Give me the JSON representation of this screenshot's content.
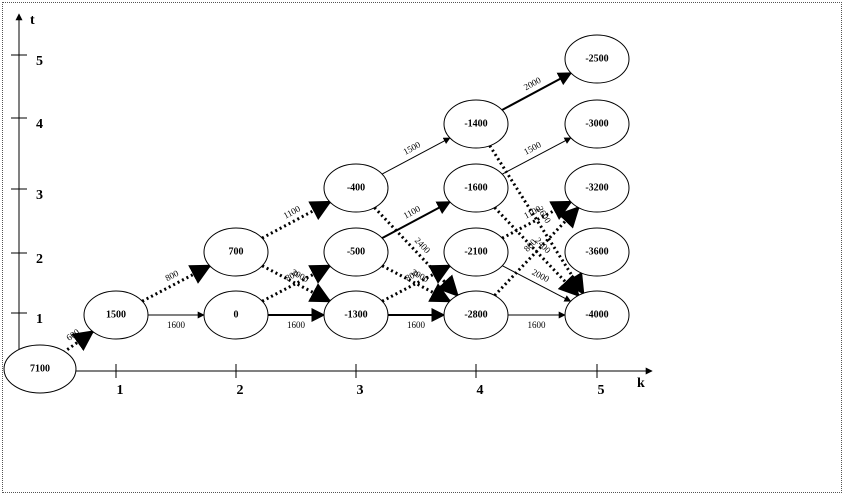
{
  "axes": {
    "x_label": "k",
    "y_label": "t",
    "x_ticks": [
      "1",
      "2",
      "3",
      "4",
      "5"
    ],
    "y_ticks": [
      "1",
      "2",
      "3",
      "4",
      "5"
    ]
  },
  "nodes": [
    {
      "id": "n00",
      "k": 0,
      "t": 0,
      "label": "7100"
    },
    {
      "id": "n11",
      "k": 1,
      "t": 1,
      "label": "1500"
    },
    {
      "id": "n21",
      "k": 2,
      "t": 1,
      "label": "0"
    },
    {
      "id": "n22",
      "k": 2,
      "t": 2,
      "label": "700"
    },
    {
      "id": "n31",
      "k": 3,
      "t": 1,
      "label": "-1300"
    },
    {
      "id": "n32",
      "k": 3,
      "t": 2,
      "label": "-500"
    },
    {
      "id": "n33",
      "k": 3,
      "t": 3,
      "label": "-400"
    },
    {
      "id": "n41",
      "k": 4,
      "t": 1,
      "label": "-2800"
    },
    {
      "id": "n42",
      "k": 4,
      "t": 2,
      "label": "-2100"
    },
    {
      "id": "n43",
      "k": 4,
      "t": 3,
      "label": "-1600"
    },
    {
      "id": "n44",
      "k": 4,
      "t": 4,
      "label": "-1400"
    },
    {
      "id": "n51",
      "k": 5,
      "t": 1,
      "label": "-4000"
    },
    {
      "id": "n52",
      "k": 5,
      "t": 2,
      "label": "-3600"
    },
    {
      "id": "n53",
      "k": 5,
      "t": 3,
      "label": "-3200"
    },
    {
      "id": "n54",
      "k": 5,
      "t": 4,
      "label": "-3000"
    },
    {
      "id": "n55",
      "k": 5,
      "t": 5,
      "label": "-2500"
    }
  ],
  "edges": [
    {
      "from": "n00",
      "to": "n11",
      "label": "600",
      "style": "dotted"
    },
    {
      "from": "n11",
      "to": "n21",
      "label": "1600",
      "style": "solid"
    },
    {
      "from": "n11",
      "to": "n22",
      "label": "800",
      "style": "dotted"
    },
    {
      "from": "n21",
      "to": "n31",
      "label": "1600",
      "style": "solid-bold"
    },
    {
      "from": "n21",
      "to": "n32",
      "label": "800",
      "style": "dotted"
    },
    {
      "from": "n22",
      "to": "n31",
      "label": "2000",
      "style": "dotted"
    },
    {
      "from": "n22",
      "to": "n33",
      "label": "1100",
      "style": "dotted"
    },
    {
      "from": "n31",
      "to": "n41",
      "label": "1600",
      "style": "solid-bold"
    },
    {
      "from": "n31",
      "to": "n42",
      "label": "800",
      "style": "dotted"
    },
    {
      "from": "n32",
      "to": "n41",
      "label": "2000",
      "style": "dotted"
    },
    {
      "from": "n32",
      "to": "n43",
      "label": "1100",
      "style": "solid-bold"
    },
    {
      "from": "n33",
      "to": "n41",
      "label": "2400",
      "style": "dotted"
    },
    {
      "from": "n33",
      "to": "n44",
      "label": "1500",
      "style": "solid"
    },
    {
      "from": "n41",
      "to": "n51",
      "label": "1600",
      "style": "solid"
    },
    {
      "from": "n41",
      "to": "n53",
      "label": "800",
      "style": "dotted"
    },
    {
      "from": "n42",
      "to": "n51",
      "label": "2000",
      "style": "solid"
    },
    {
      "from": "n43",
      "to": "n51",
      "label": "2400",
      "style": "dotted"
    },
    {
      "from": "n43",
      "to": "n54",
      "label": "1500",
      "style": "solid"
    },
    {
      "from": "n44",
      "to": "n51",
      "label": "2600",
      "style": "dotted"
    },
    {
      "from": "n44",
      "to": "n55",
      "label": "2000",
      "style": "solid-bold"
    },
    {
      "from": "n42",
      "to": "n53",
      "label": "1100",
      "style": "dotted"
    }
  ]
}
